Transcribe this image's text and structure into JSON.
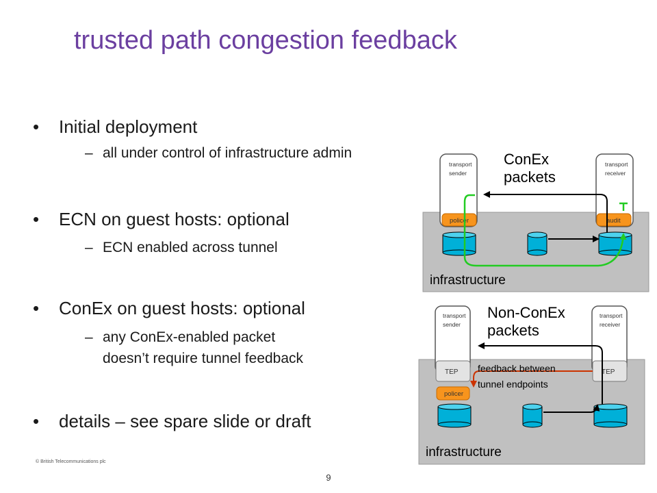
{
  "slide": {
    "title": "trusted path congestion feedback",
    "page_number": "9",
    "copyright": "© British Telecommunications plc"
  },
  "bullets": [
    {
      "text": "Initial deployment",
      "sub": [
        "all under control of infrastructure admin"
      ]
    },
    {
      "text": "ECN on guest hosts: optional",
      "sub": [
        "ECN enabled across tunnel"
      ]
    },
    {
      "text": "ConEx on guest hosts: optional",
      "sub": [
        "any ConEx-enabled packet",
        "doesn’t require tunnel feedback"
      ]
    },
    {
      "text": "details – see spare slide or draft",
      "sub": []
    }
  ],
  "diagram_top": {
    "packets_label_line1": "ConEx",
    "packets_label_line2": "packets",
    "sender_line1": "transport",
    "sender_line2": "sender",
    "receiver_line1": "transport",
    "receiver_line2": "receiver",
    "policer_label": "policer",
    "audit_label": "audit",
    "infrastructure_label": "infrastructure"
  },
  "diagram_bottom": {
    "packets_label_line1": "Non-ConEx",
    "packets_label_line2": "packets",
    "sender_line1": "transport",
    "sender_line2": "sender",
    "receiver_line1": "transport",
    "receiver_line2": "receiver",
    "tep_left_label": "TEP",
    "tep_right_label": "TEP",
    "policer_label": "policer",
    "feedback_line1": "feedback between",
    "feedback_line2": "tunnel endpoints",
    "infrastructure_label": "infrastructure"
  },
  "colors": {
    "title": "#6b3fa0",
    "infrastructure_bg": "#c0c0c0",
    "policer_orange": "#f7941d",
    "router_cyan": "#00b0d8",
    "green_path": "#22cc22",
    "red_feedback": "#cc3300"
  }
}
